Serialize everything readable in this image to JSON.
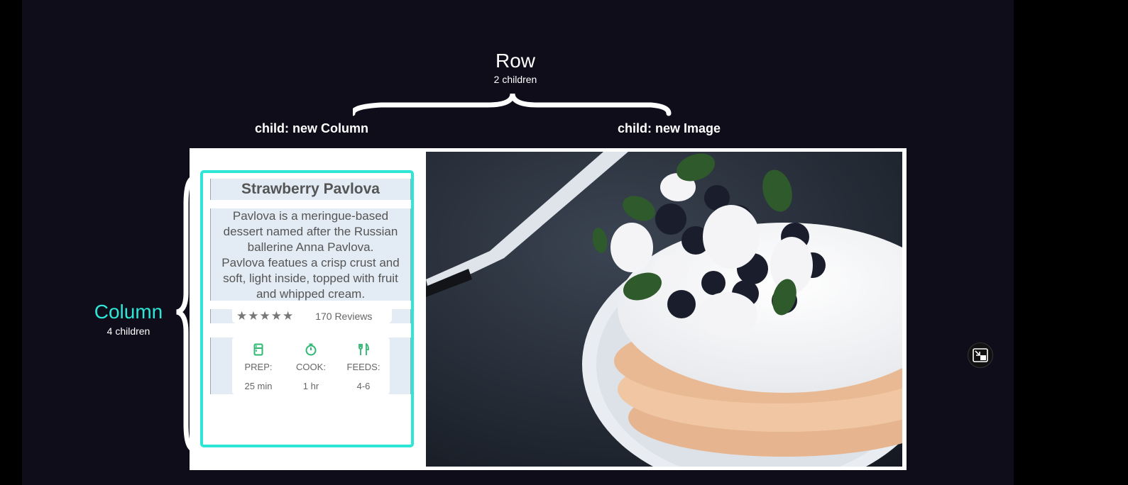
{
  "annotations": {
    "row_title": "Row",
    "row_children": "2 children",
    "child_column_label": "child: new Column",
    "child_image_label": "child: new Image",
    "column_title": "Column",
    "column_children": "4 children"
  },
  "recipe": {
    "title": "Strawberry Pavlova",
    "description_lines": [
      "Pavlova is a meringue-based",
      "dessert named after the Russian",
      "ballerine Anna Pavlova.",
      "Pavlova featues a crisp crust and",
      "soft, light inside, topped with fruit",
      "and whipped cream."
    ],
    "stars": "★★★★★",
    "rating": 5,
    "reviews": "170 Reviews",
    "info": [
      {
        "icon": "kitchen-icon",
        "label": "PREP:",
        "value": "25 min"
      },
      {
        "icon": "timer-icon",
        "label": "COOK:",
        "value": "1 hr"
      },
      {
        "icon": "restaurant-icon",
        "label": "FEEDS:",
        "value": "4-6"
      }
    ]
  },
  "colors": {
    "accent": "#2ee6d6",
    "icon_green": "#2eb872",
    "stage_bg": "#0f0d1a"
  },
  "image": {
    "subject": "pavlova-photo"
  },
  "controls": {
    "fullscreen_icon": "exit-fullscreen-icon"
  }
}
